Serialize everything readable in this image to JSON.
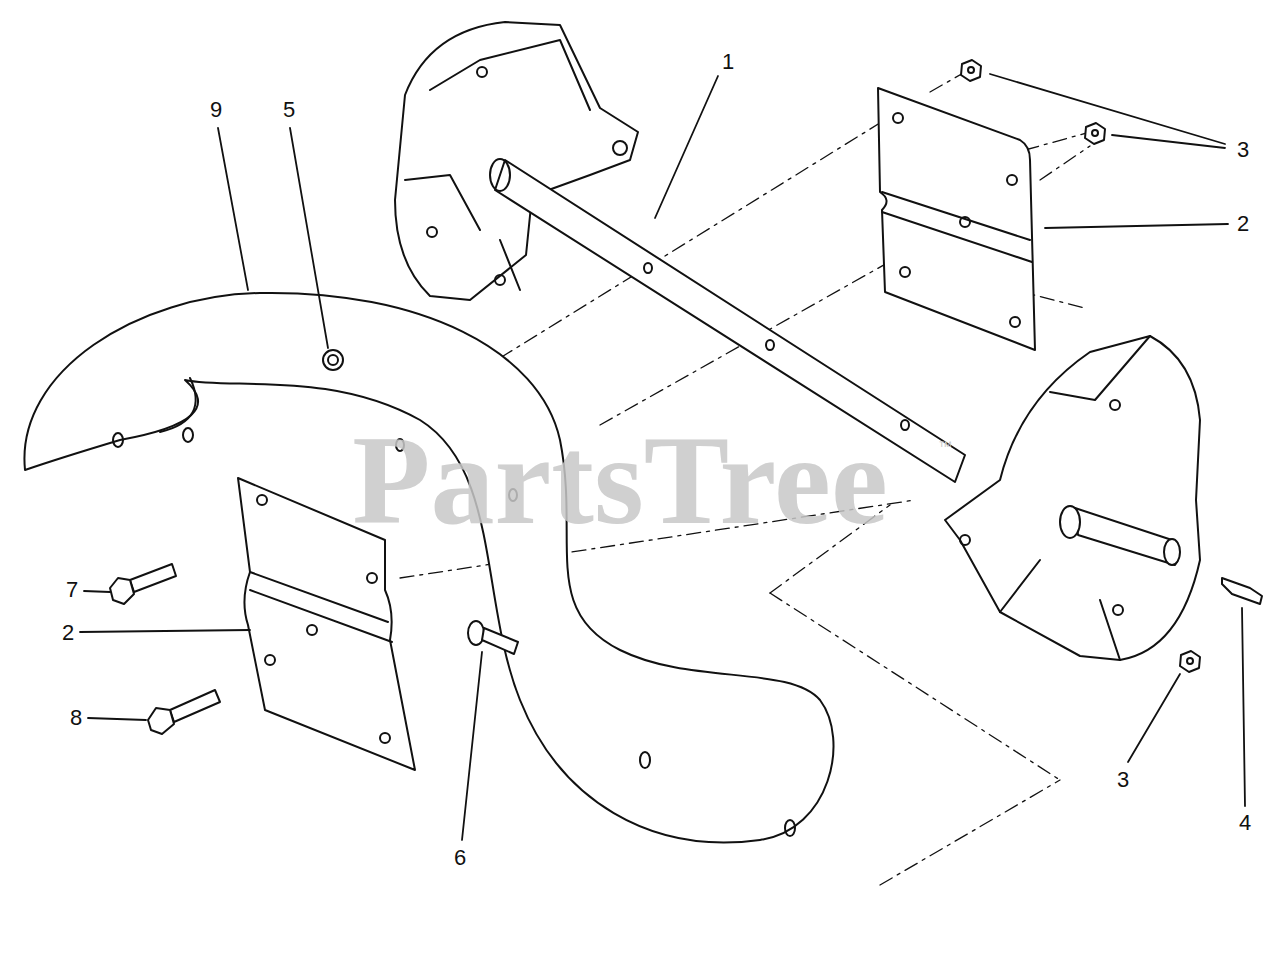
{
  "diagram": {
    "labels": [
      "1",
      "9",
      "5",
      "3",
      "2",
      "7",
      "2",
      "8",
      "6",
      "3",
      "4",
      "PartsTree",
      "™"
    ]
  }
}
